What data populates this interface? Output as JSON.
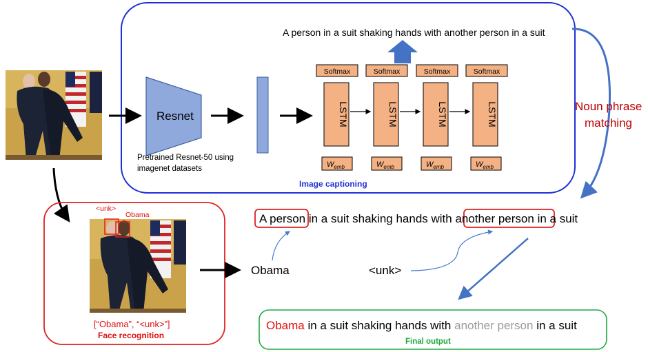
{
  "caption_top": "A person in a suit shaking hands with another person in a suit",
  "resnet_label": "Resnet",
  "resnet_caption_line1": "Pretrained Resnet-50 using",
  "resnet_caption_line2": "imagenet datasets",
  "softmax_label": "Softmax",
  "lstm_label": "LSTM",
  "wemb_symbol": "W",
  "wemb_subscript": "emb",
  "image_captioning_label": "Image captioning",
  "noun_phrase_line1": "Noun phrase",
  "noun_phrase_line2": "matching",
  "face_tag_unk": "<unk>",
  "face_tag_obama": "Obama",
  "face_names_list": "[“Obama”, “<unk>”]",
  "face_recognition_label": "Face recognition",
  "obama_word": "Obama",
  "unk_word": "<unk>",
  "caption_mid": {
    "part1": "A person",
    "part2": " in a suit shaking hands with ",
    "part3": "another person",
    "part4": " in a suit"
  },
  "final": {
    "part1": "Obama",
    "part2": " in a suit shaking hands with ",
    "part3": "another person",
    "part4": " in a suit"
  },
  "final_output_label": "Final output",
  "colors": {
    "captioning_border": "#1f2fd6",
    "face_border": "#e02020",
    "final_border": "#22aa44",
    "resnet_fill": "#8fa9dd",
    "lstm_fill": "#f4b183",
    "arrow_blue": "#4472c4",
    "red_text": "#e01010",
    "gray_text": "#9a9a9a",
    "green_text": "#1aa83a"
  }
}
